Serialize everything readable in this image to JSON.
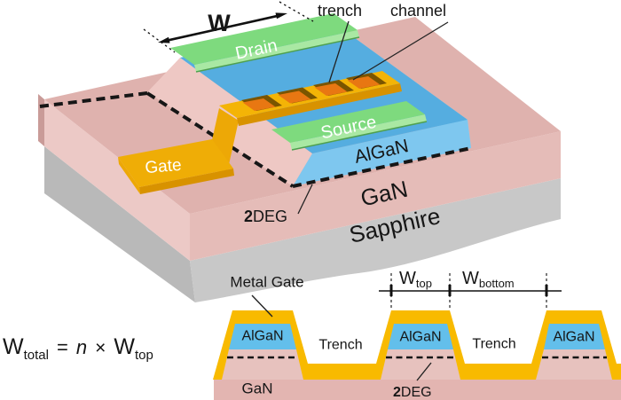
{
  "colors": {
    "gold_top": "#f4b406",
    "gold_front": "#d89200",
    "gold_pad": "#efad06",
    "gold_strip": "#eda806",
    "metal_cross": "#f8ba00",
    "trench_orange": "#e87712",
    "trench_dark": "#7a5500",
    "algan_blue_top": "#55ade0",
    "algan_blue_front": "#7ec7ef",
    "algan_blue_east": "#a6d9f3",
    "algan_blue_cross": "#63bfeb",
    "pad_green_top": "#7eda7e",
    "pad_green_front": "#a9e8a3",
    "pad_green_edge": "#4fa04f",
    "gan_pink_top": "#dfb2ae",
    "gan_pink_front_left": "#ecc9c6",
    "gan_pink_front_right": "#e5bcb8",
    "gan_pink_side": "#c99b98",
    "gan_pink_mesa_west": "#eec8c4",
    "gan_pink_base": "#e3b5b1",
    "gan_pink_inner": "#e7c2be",
    "sapphire_left": "#b9b9b9",
    "sapphire_right": "#c8c8c8",
    "ink": "#161616",
    "white": "#ffffff"
  },
  "labels3d": {
    "w": "W",
    "trench": "trench",
    "channel": "channel",
    "drain": "Drain",
    "source": "Source",
    "gate": "Gate",
    "algan": "AlGaN",
    "gan": "GaN",
    "sapphire": "Sapphire",
    "deg2_prefix": "2",
    "deg2_rest": "DEG"
  },
  "equation": {
    "w": "W",
    "sub_total": "total",
    "equals": "=",
    "n": "n",
    "times": "×",
    "w2": "W",
    "sub_top": "top"
  },
  "cross_section": {
    "metal_gate": "Metal Gate",
    "w_top_main": "W",
    "w_top_sub": "top",
    "w_bottom_main": "W",
    "w_bottom_sub": "bottom",
    "trench_left": "Trench",
    "trench_right": "Trench",
    "algan_labels": [
      "AlGaN",
      "AlGaN",
      "AlGaN"
    ],
    "gan": "GaN",
    "deg2_prefix": "2",
    "deg2_rest": "DEG"
  }
}
